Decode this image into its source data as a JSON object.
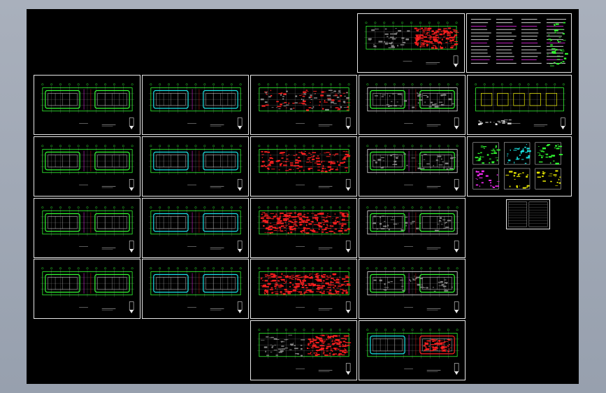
{
  "window": {
    "background": "#000000",
    "frame": "#a0a8b6"
  },
  "sheets": [
    {
      "id": "s-top-a",
      "style": "redright",
      "label": ""
    },
    {
      "id": "s-top-b",
      "style": "notes",
      "label": ""
    },
    {
      "id": "s-r1-1",
      "style": "green",
      "label": ""
    },
    {
      "id": "s-r1-2",
      "style": "cyan",
      "label": ""
    },
    {
      "id": "s-r1-3",
      "style": "redgray",
      "label": ""
    },
    {
      "id": "s-r1-4",
      "style": "gray",
      "label": ""
    },
    {
      "id": "s-r1-5",
      "style": "yellow",
      "label": ""
    },
    {
      "id": "s-r2-1",
      "style": "green",
      "label": ""
    },
    {
      "id": "s-r2-2",
      "style": "cyan",
      "label": ""
    },
    {
      "id": "s-r2-3",
      "style": "red",
      "label": ""
    },
    {
      "id": "s-r2-4",
      "style": "gray",
      "label": ""
    },
    {
      "id": "s-r2-5",
      "style": "details",
      "label": ""
    },
    {
      "id": "s-r3-1",
      "style": "green",
      "label": ""
    },
    {
      "id": "s-r3-2",
      "style": "cyan",
      "label": ""
    },
    {
      "id": "s-r3-3",
      "style": "fullred",
      "label": ""
    },
    {
      "id": "s-r3-4",
      "style": "gray",
      "label": ""
    },
    {
      "id": "s-r3-5",
      "style": "table",
      "label": ""
    },
    {
      "id": "s-r4-1",
      "style": "green",
      "label": ""
    },
    {
      "id": "s-r4-2",
      "style": "cyan",
      "label": ""
    },
    {
      "id": "s-r4-3",
      "style": "fullred",
      "label": ""
    },
    {
      "id": "s-r4-4",
      "style": "gray",
      "label": ""
    },
    {
      "id": "s-r5-3",
      "style": "redright",
      "label": ""
    },
    {
      "id": "s-r5-4",
      "style": "cyanred",
      "label": ""
    }
  ],
  "colors": {
    "green": "#32ff32",
    "cyan": "#19e6e6",
    "red": "#ff2020",
    "white": "#e8e8e8",
    "magenta": "#ff2bff",
    "yellow": "#f2f200",
    "gray": "#8a8a8a"
  }
}
